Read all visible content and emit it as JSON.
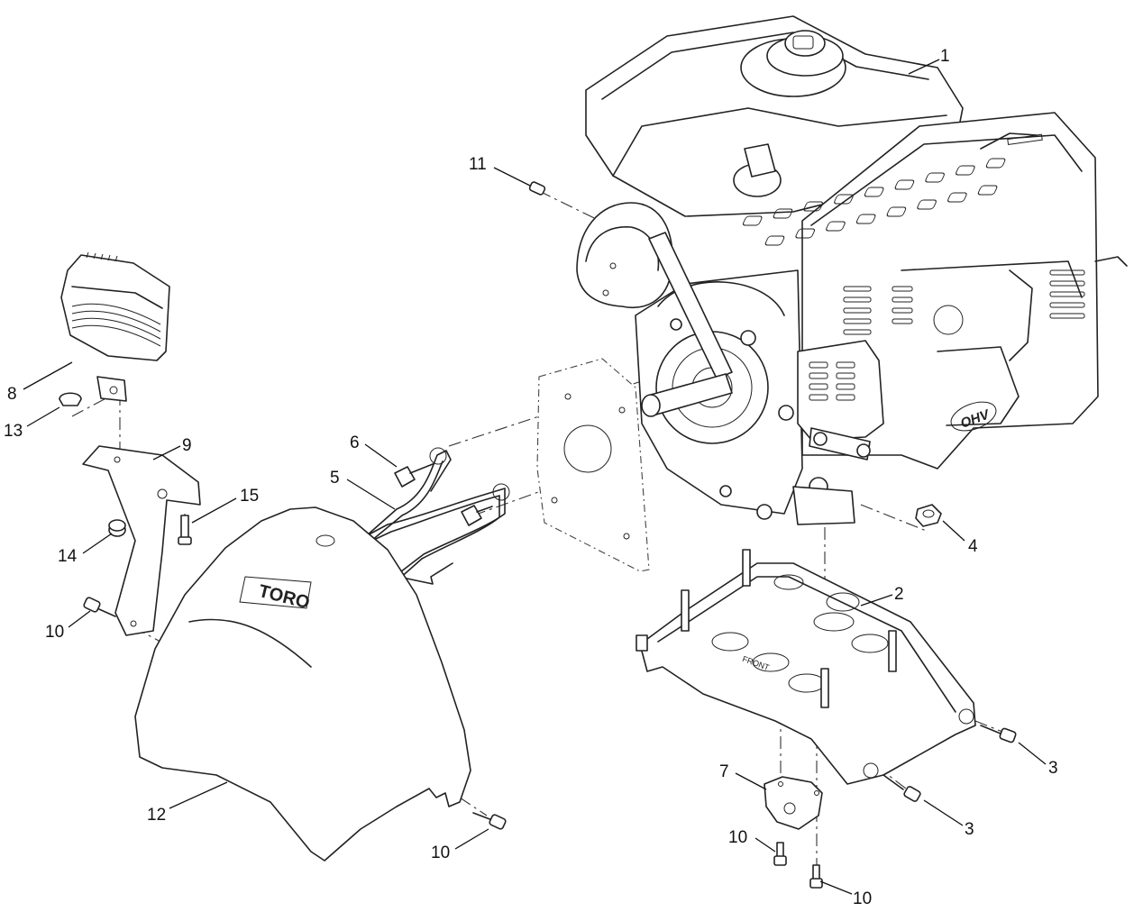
{
  "callouts": [
    {
      "label": "1"
    },
    {
      "label": "2"
    },
    {
      "label": "3"
    },
    {
      "label": "3"
    },
    {
      "label": "4"
    },
    {
      "label": "5"
    },
    {
      "label": "6"
    },
    {
      "label": "7"
    },
    {
      "label": "8"
    },
    {
      "label": "9"
    },
    {
      "label": "10"
    },
    {
      "label": "10"
    },
    {
      "label": "10"
    },
    {
      "label": "10"
    },
    {
      "label": "11"
    },
    {
      "label": "12"
    },
    {
      "label": "13"
    },
    {
      "label": "14"
    },
    {
      "label": "15"
    }
  ],
  "stamps": {
    "engine_badge": "OHV",
    "shroud_logo": "TORO",
    "plate_marking": "FRONT"
  },
  "colors": {
    "line": "#222222",
    "background": "#ffffff"
  }
}
